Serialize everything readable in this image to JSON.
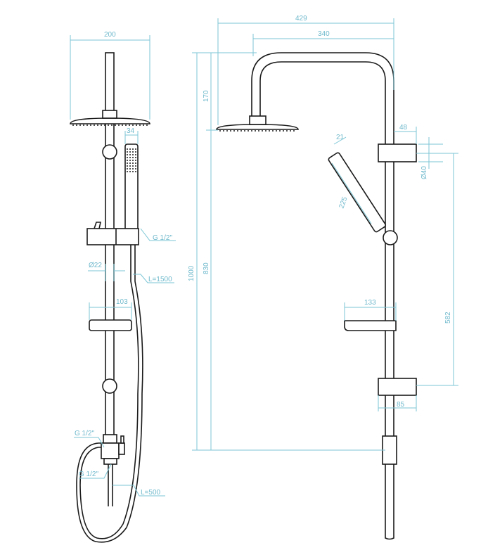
{
  "dimensions": {
    "head_width": "200",
    "total_width": "429",
    "arm_reach": "340",
    "total_height": "1000",
    "rail_height": "830",
    "arm_height": "170",
    "handshower_width": "34",
    "bracket_depth": "48",
    "bracket_diameter": "Ø40",
    "handshower_depth": "21",
    "handshower_length": "225",
    "bracket_spacing": "582",
    "tray_depth": "133",
    "lower_bracket_depth": "85",
    "pipe_diameter": "Ø22",
    "tray_width": "103"
  },
  "annotations": {
    "holder_thread": "G 1/2\"",
    "hose_length_long": "L=1500",
    "diverter_thread_top": "G 1/2\"",
    "diverter_thread_bottom": "G 1/2\"",
    "hose_length_short": "L=500"
  },
  "colors": {
    "dimension": "#7cc6d6",
    "outline": "#1a1a1a"
  }
}
